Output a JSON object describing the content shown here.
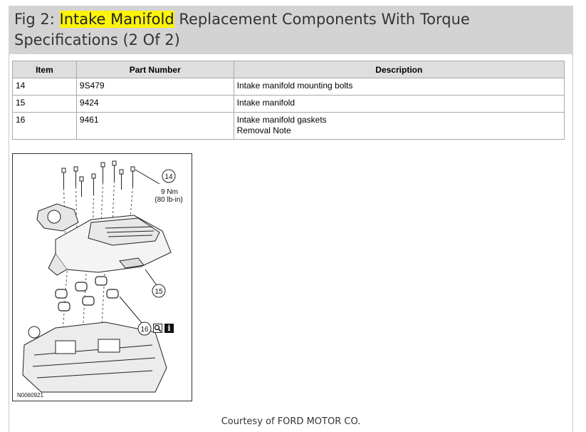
{
  "header": {
    "prefix": "Fig 2: ",
    "highlight": "Intake Manifold",
    "suffix": " Replacement Components With Torque Specifications (2 Of 2)"
  },
  "table": {
    "columns": [
      "Item",
      "Part Number",
      "Description"
    ],
    "rows": [
      {
        "item": "14",
        "part": "9S479",
        "desc": [
          "Intake manifold mounting bolts"
        ]
      },
      {
        "item": "15",
        "part": "9424",
        "desc": [
          "Intake manifold"
        ]
      },
      {
        "item": "16",
        "part": "9461",
        "desc": [
          "Intake manifold gaskets",
          "Removal Note"
        ]
      }
    ]
  },
  "figure": {
    "callouts": {
      "bolts": "14",
      "manifold": "15",
      "gaskets": "16"
    },
    "torque_nm": "9 Nm",
    "torque_lbin": "(80 lb-in)",
    "code": "N0060921",
    "icons": [
      "magnifier-icon",
      "info-icon"
    ],
    "info_glyph": "i"
  },
  "credit": "Courtesy of FORD MOTOR CO."
}
